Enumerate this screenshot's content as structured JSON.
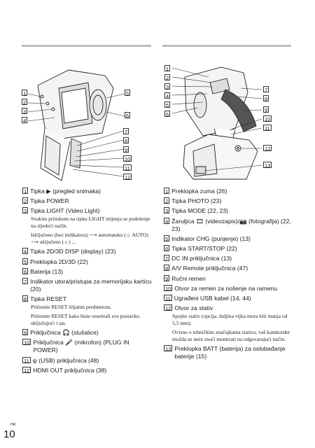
{
  "page": {
    "number": "10",
    "lang": "HR"
  },
  "left_figure": {
    "callouts_left": [
      "1",
      "2",
      "3",
      "4"
    ],
    "callouts_right": [
      "5",
      "6"
    ],
    "callouts_bottom": [
      "7",
      "8",
      "9",
      "10",
      "11",
      "12"
    ]
  },
  "right_figure": {
    "callouts_left": [
      "1",
      "2",
      "3",
      "4",
      "5",
      "6"
    ],
    "callouts_right": [
      "7",
      "8",
      "9",
      "10",
      "11"
    ],
    "callouts_bottom": [
      "12",
      "13"
    ]
  },
  "icons": {
    "play": "play-icon",
    "film": "film-strip-icon",
    "camera": "camera-icon",
    "headphone": "headphone-icon",
    "mic": "microphone-icon",
    "usb": "usb-icon",
    "arrow": "right-arrow-icon"
  },
  "left_items": [
    {
      "n": "1",
      "text": "Tipka ▶ (pregled snimaka)"
    },
    {
      "n": "2",
      "text": "Tipka POWER"
    },
    {
      "n": "3",
      "text": "Tipka LIGHT (Video Light)",
      "notes": [
        "Svakim pritiskom na tipku LIGHT mijenja se podešenje na sljedeći način.",
        "Isključeno (bez indikatora) ⟶ automatsko (☼ AUTO) ⟶ uključeno (☼) ..."
      ]
    },
    {
      "n": "4",
      "text": "Tipka 2D/3D DISP (display) (23)"
    },
    {
      "n": "5",
      "text": "Preklopka 2D/3D (22)"
    },
    {
      "n": "6",
      "text": "Baterija (13)"
    },
    {
      "n": "7",
      "text": "Indikator utora/pristupa za memorijsku karticu (20)"
    },
    {
      "n": "8",
      "text": "Tipka RESET",
      "notes": [
        "Pritisnite RESET šiljatim predmetom.",
        "Pritisnite RESET kako biste resetirali sve postavke, uključujući i sat."
      ]
    },
    {
      "n": "9",
      "text": "Priključnica 🎧 (slušalice)"
    },
    {
      "n": "10",
      "text": "Priključnica 🎤 (mikrofon) (PLUG IN POWER)"
    },
    {
      "n": "11",
      "text": "ψ (USB) priključnica (48)"
    },
    {
      "n": "12",
      "text": "HDMI OUT priključnica (38)"
    }
  ],
  "right_items": [
    {
      "n": "1",
      "text": "Preklopka zuma (26)"
    },
    {
      "n": "2",
      "text": "Tipka PHOTO (23)"
    },
    {
      "n": "3",
      "text": "Tipka MODE (22, 23)"
    },
    {
      "n": "4",
      "text": "Žaruljica 🎞 (videozapis)/📷 (fotografija) (22, 23)"
    },
    {
      "n": "5",
      "text": "Indikator CHG (punjenje) (13)"
    },
    {
      "n": "6",
      "text": "Tipka START/STOP (22)"
    },
    {
      "n": "7",
      "text": "DC IN priključnica (13)"
    },
    {
      "n": "8",
      "text": "A/V Remote priključnica (47)"
    },
    {
      "n": "9",
      "text": "Ručni remen"
    },
    {
      "n": "10",
      "text": "Otvor za remen za nošenje na ramenu"
    },
    {
      "n": "11",
      "text": "Ugrađeni USB kabel (14, 44)"
    },
    {
      "n": "12",
      "text": "Otvor za stativ",
      "notes": [
        "Spojite stativ (opcija: duljina vijka mora biti manja od 5,5 mm).",
        "Ovisno o tehničkim značajkama stativa, vaš kamkorder možda se neće moći montirati na odgovarajući način."
      ]
    },
    {
      "n": "13",
      "text": "Preklopka BATT (baterija) za oslobađanje baterije (15)"
    }
  ]
}
